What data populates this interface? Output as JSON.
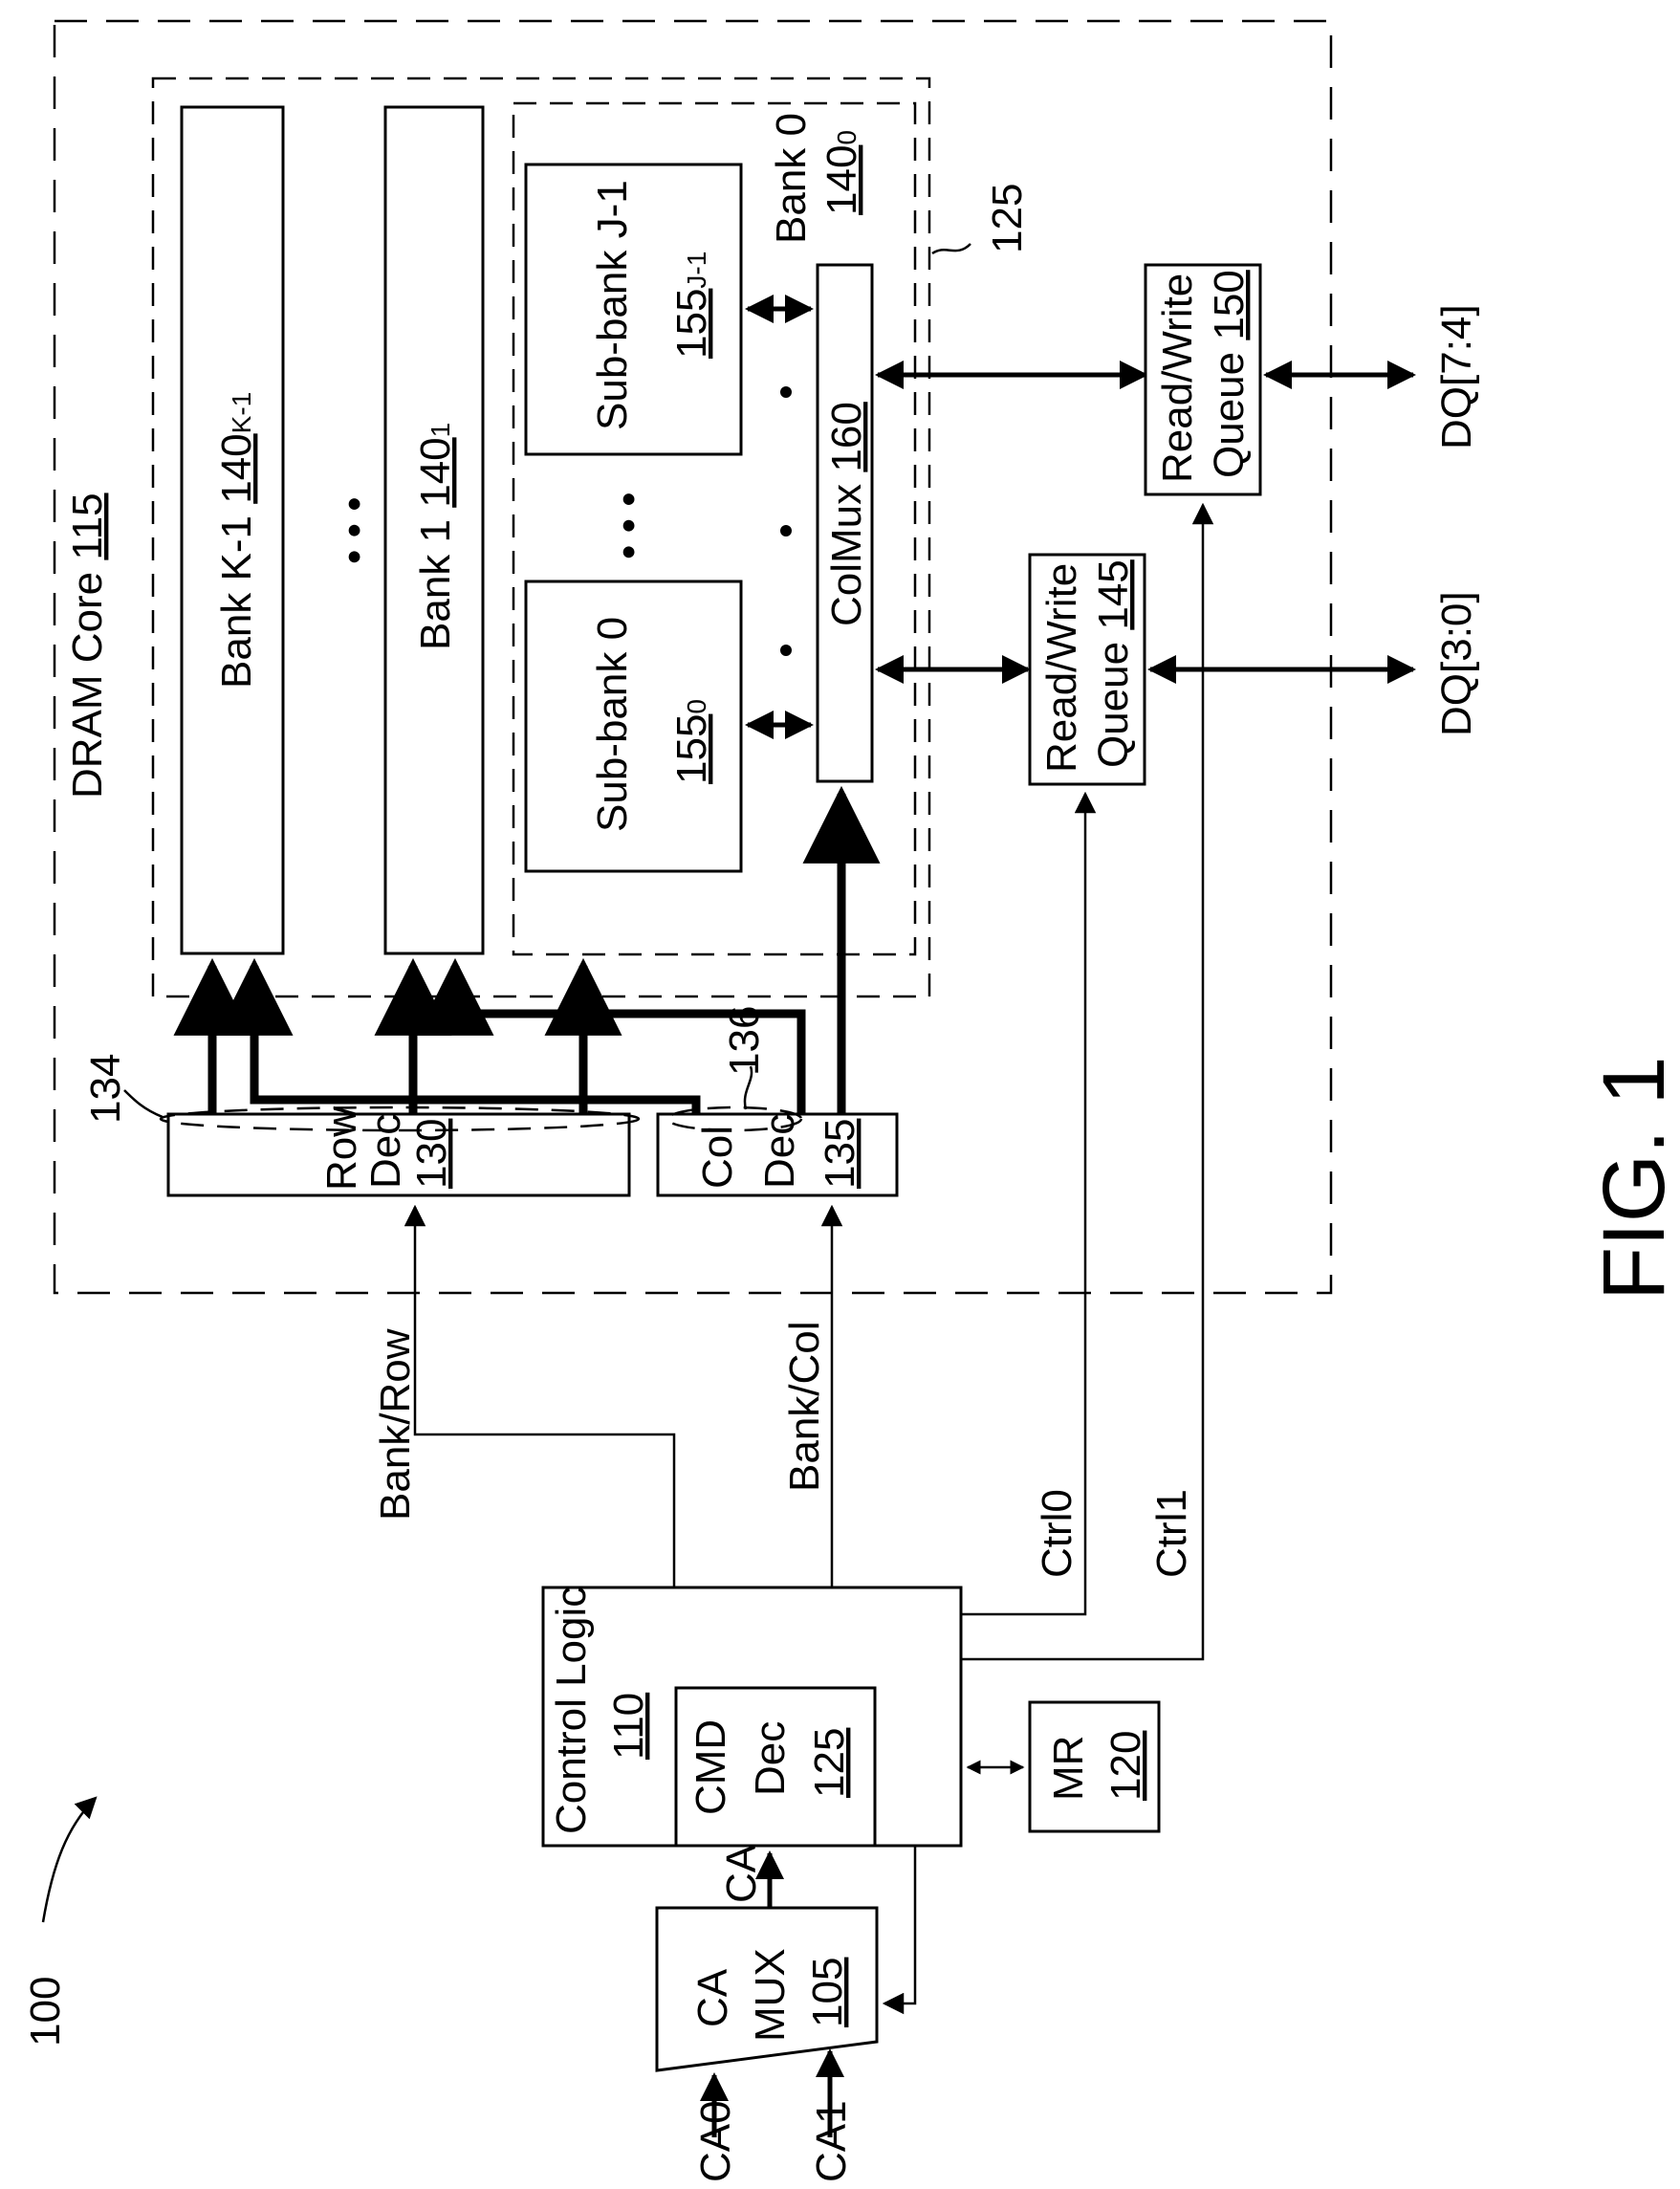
{
  "figure": {
    "label": "FIG. 1",
    "ref": "100"
  },
  "dram_core": {
    "label": "DRAM Core",
    "ref": "115"
  },
  "bank_group_ref": "125",
  "banks": {
    "k_minus_1": {
      "label": "Bank K-1",
      "ref": "140",
      "sub": "K-1"
    },
    "one": {
      "label": "Bank 1",
      "ref": "140",
      "sub": "1"
    },
    "zero": {
      "label": "Bank 0",
      "ref": "140",
      "sub": "0"
    },
    "ellipsis": "• • •"
  },
  "subbanks": {
    "j_minus_1": {
      "label": "Sub-bank J-1",
      "ref": "155",
      "sub": "J-1"
    },
    "zero": {
      "label": "Sub-bank 0",
      "ref": "155",
      "sub": "0"
    },
    "ellipsis": "• • •"
  },
  "colmux": {
    "label": "ColMux",
    "ref": "160"
  },
  "rw_queue_145": {
    "line1": "Read/Write",
    "line2": "Queue",
    "ref": "145"
  },
  "rw_queue_150": {
    "line1": "Read/Write",
    "line2": "Queue",
    "ref": "150"
  },
  "dq_low": "DQ[3:0]",
  "dq_high": "DQ[7:4]",
  "row_dec": {
    "line1": "Row",
    "line2": "Dec",
    "ref": "130"
  },
  "col_dec": {
    "line1": "Col",
    "line2": "Dec",
    "ref": "135"
  },
  "bus_row_ref": "134",
  "bus_col_ref": "136",
  "signals": {
    "bank_row": "Bank/Row",
    "bank_col": "Bank/Col",
    "ctrl0": "Ctrl0",
    "ctrl1": "Ctrl1",
    "ca": "CA",
    "ca0": "CA0",
    "ca1": "CA1"
  },
  "control_logic": {
    "label": "Control Logic",
    "ref": "110"
  },
  "cmd_dec": {
    "line1": "CMD",
    "line2": "Dec",
    "ref": "125"
  },
  "mr": {
    "label": "MR",
    "ref": "120"
  },
  "ca_mux": {
    "line1": "CA",
    "line2": "MUX",
    "ref": "105"
  }
}
